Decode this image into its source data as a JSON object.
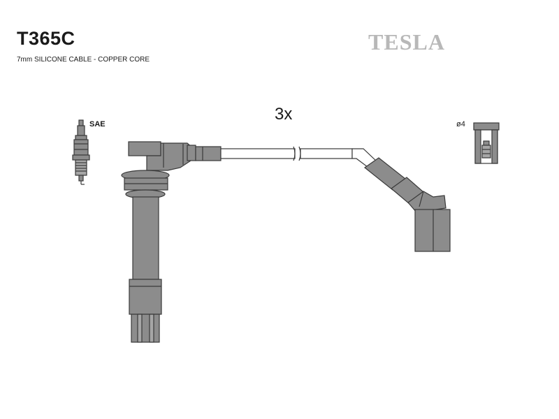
{
  "header": {
    "part_number": "T365C",
    "description": "7mm SILICONE CABLE - COPPER CORE",
    "brand": "TESLA"
  },
  "diagram": {
    "quantity_label": "3x",
    "spark_plug_label": "SAE",
    "terminal_label": "ø4",
    "icons": [
      "spark-plug-icon",
      "plug-boot-icon",
      "cable-icon",
      "angled-boot-icon",
      "terminal-section-icon"
    ],
    "colors": {
      "component_fill": "#8c8c8c",
      "outline": "#3a3a3a",
      "background": "#ffffff"
    }
  }
}
